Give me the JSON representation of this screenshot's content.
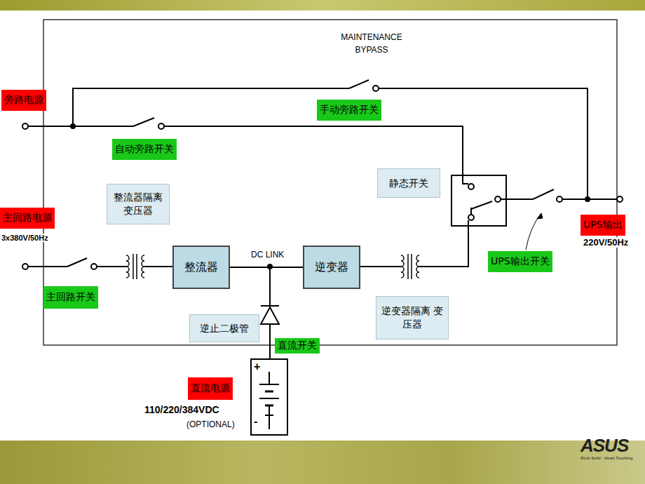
{
  "diagram": {
    "nodes": [
      {
        "text": [
          "旁路电源"
        ]
      },
      {
        "text": [
          "手动旁路开关"
        ]
      },
      {
        "text": [
          "自动旁路开关"
        ]
      },
      {
        "text": [
          "静态开关"
        ]
      },
      {
        "text": [
          "整流器隔离 变压器"
        ]
      },
      {
        "text": [
          "主回路电源"
        ]
      },
      {
        "text": [
          "UPS输出"
        ]
      },
      {
        "text": [
          "整流器"
        ]
      },
      {
        "text": [
          "逆变器"
        ]
      },
      {
        "text": [
          "UPS输出开关"
        ]
      },
      {
        "text": [
          "主回路开关"
        ]
      },
      {
        "text": [
          "逆止二极管"
        ]
      },
      {
        "text": [
          "逆变器隔离 变压器"
        ]
      },
      {
        "text": [
          "直流开关"
        ]
      },
      {
        "text": [
          "直流电源"
        ]
      }
    ],
    "edges": [
      {
        "from": 7,
        "to": 8,
        "arrow": "none"
      }
    ],
    "labels": [
      "MAINTENANCE BYPASS",
      "3x380V/50Hz",
      "DC LINK",
      "220V/50Hz",
      "110/220/384VDC",
      "(OPTIONAL)",
      "+",
      "-",
      "ASUS",
      "Rock Solid · Heart Touching"
    ]
  }
}
